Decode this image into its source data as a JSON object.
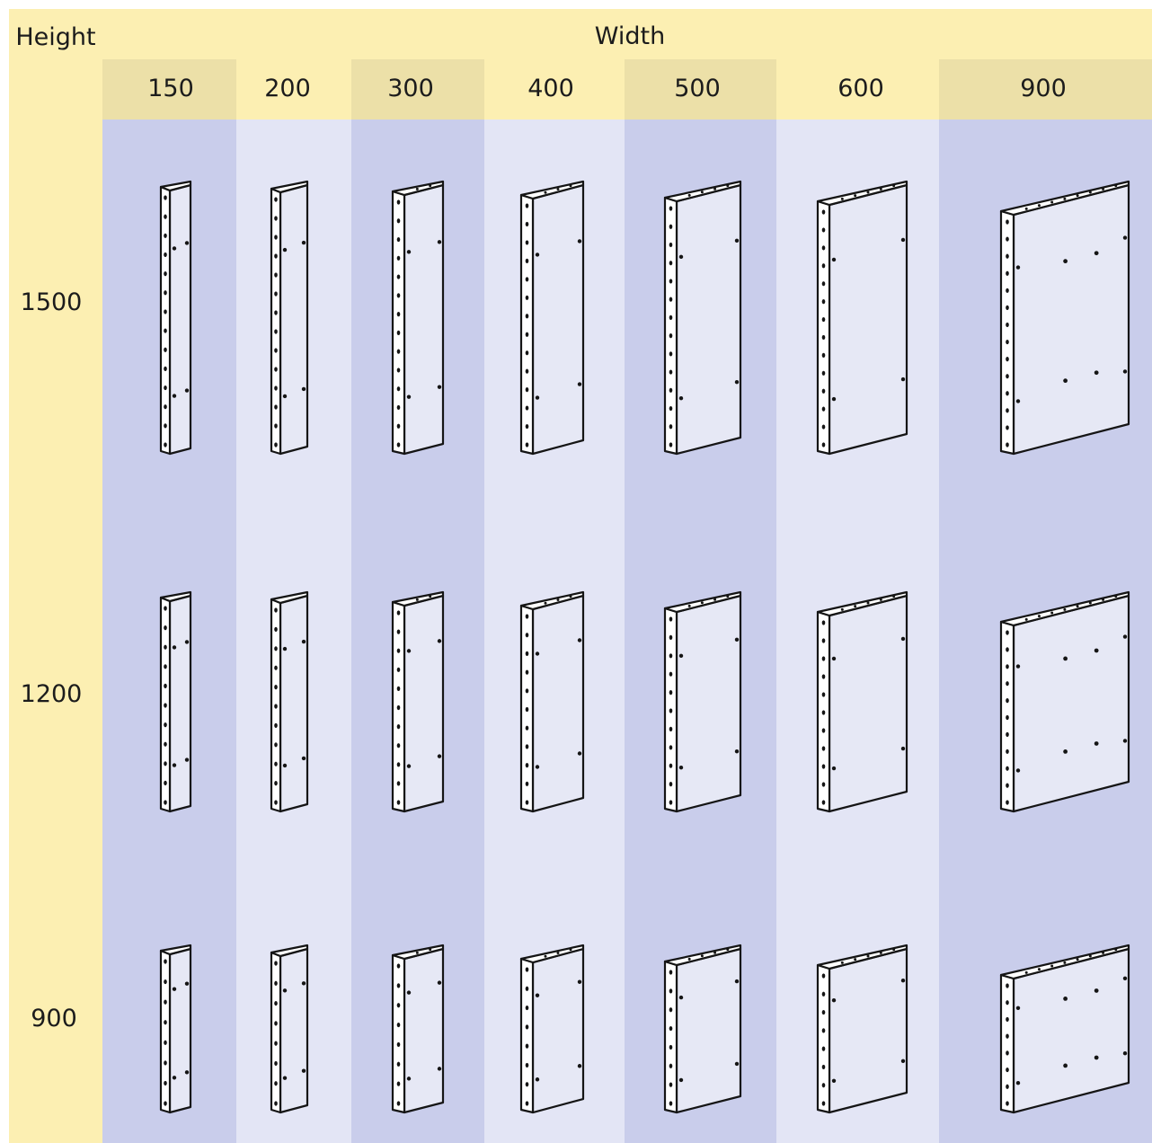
{
  "header": {
    "height_label": "Height",
    "width_label": "Width"
  },
  "widths": [
    "150",
    "200",
    "300",
    "400",
    "500",
    "600",
    "900"
  ],
  "heights": [
    "1500",
    "1200",
    "900"
  ],
  "colors": {
    "header_yellow": "#fcefb2",
    "width_row_dark": "#ece0a8",
    "width_row_light": "#fcefb2",
    "column_dark": "#c9cdeb",
    "column_light": "#e3e5f5",
    "panel_face": "#e6e8f5",
    "panel_side": "#ffffff",
    "outline": "#151515"
  }
}
